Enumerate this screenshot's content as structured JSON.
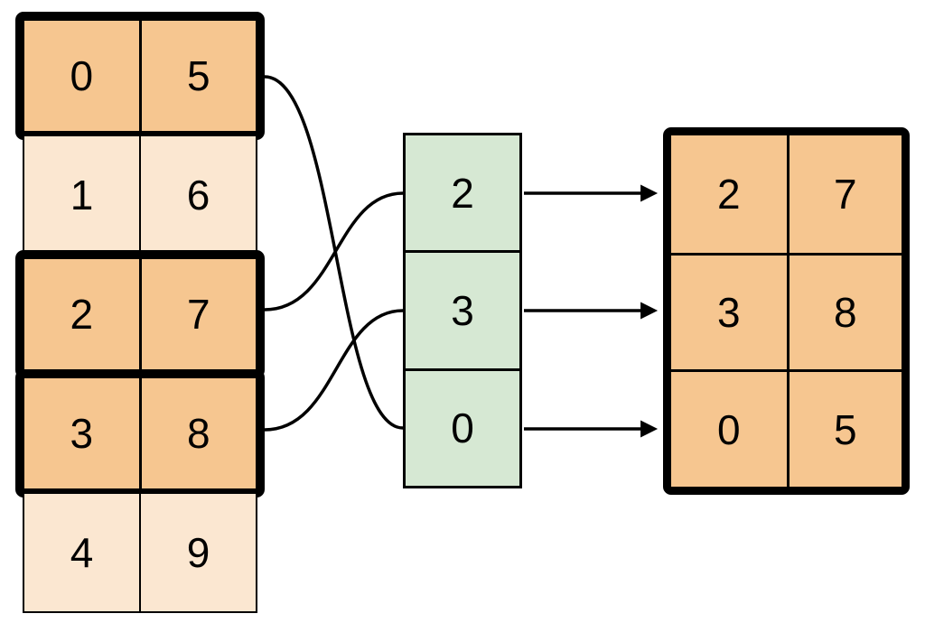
{
  "colors": {
    "highlight_fill": "#F6C690",
    "muted_fill": "#FBE7D1",
    "index_fill": "#D6E8D3",
    "stroke": "#000000",
    "background": "#FFFFFF"
  },
  "tables": {
    "source": {
      "rows": [
        {
          "cells": [
            "0",
            "5"
          ],
          "highlighted": true
        },
        {
          "cells": [
            "1",
            "6"
          ],
          "highlighted": false
        },
        {
          "cells": [
            "2",
            "7"
          ],
          "highlighted": true
        },
        {
          "cells": [
            "3",
            "8"
          ],
          "highlighted": true
        },
        {
          "cells": [
            "4",
            "9"
          ],
          "highlighted": false
        }
      ]
    },
    "indices": {
      "cells": [
        "2",
        "3",
        "0"
      ]
    },
    "result": {
      "rows": [
        {
          "cells": [
            "2",
            "7"
          ]
        },
        {
          "cells": [
            "3",
            "8"
          ]
        },
        {
          "cells": [
            "0",
            "5"
          ]
        }
      ]
    }
  },
  "connections": {
    "curves": [
      {
        "from_source_row": 0,
        "to_index_value": "0"
      },
      {
        "from_source_row": 2,
        "to_index_value": "2"
      },
      {
        "from_source_row": 3,
        "to_index_value": "3"
      }
    ],
    "arrows": [
      {
        "from_index_value": "2",
        "to_result_row": 0
      },
      {
        "from_index_value": "3",
        "to_result_row": 1
      },
      {
        "from_index_value": "0",
        "to_result_row": 2
      }
    ]
  }
}
